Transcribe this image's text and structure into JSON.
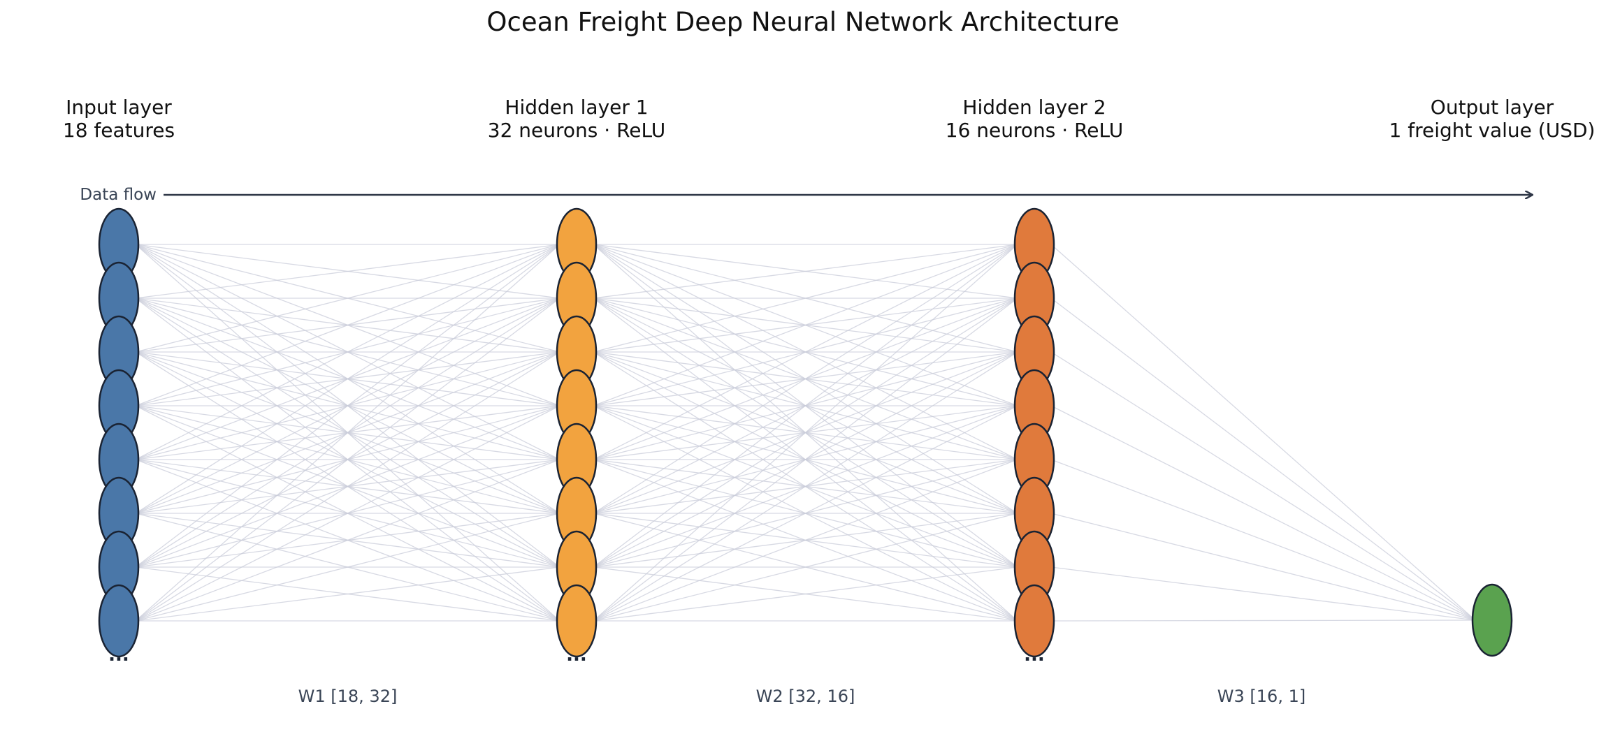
{
  "title": "Ocean Freight Deep Neural Network Architecture",
  "flow_label": "Data flow",
  "layers": [
    {
      "id": "input",
      "name": "Input layer",
      "detail": "18 features",
      "shown_nodes": 8,
      "color": "#4a77a8",
      "truncated": true
    },
    {
      "id": "hidden1",
      "name": "Hidden layer 1",
      "detail": "32 neurons · ReLU",
      "shown_nodes": 8,
      "color": "#f2a33f",
      "truncated": true
    },
    {
      "id": "hidden2",
      "name": "Hidden layer 2",
      "detail": "16 neurons · ReLU",
      "shown_nodes": 8,
      "color": "#e07a3c",
      "truncated": true
    },
    {
      "id": "output",
      "name": "Output layer",
      "detail": "1 freight value (USD)",
      "shown_nodes": 1,
      "color": "#5aa24f",
      "truncated": false
    }
  ],
  "weights": [
    {
      "label": "W1  [18, 32]"
    },
    {
      "label": "W2  [32, 16]"
    },
    {
      "label": "W3  [16, 1]"
    }
  ],
  "ellipsis": "...",
  "colors": {
    "node_stroke": "#1a2333",
    "connection": "#c9ccd9",
    "flow_arrow": "#2f3747",
    "weight_text": "#3a4556",
    "flow_text": "#3a4556"
  }
}
